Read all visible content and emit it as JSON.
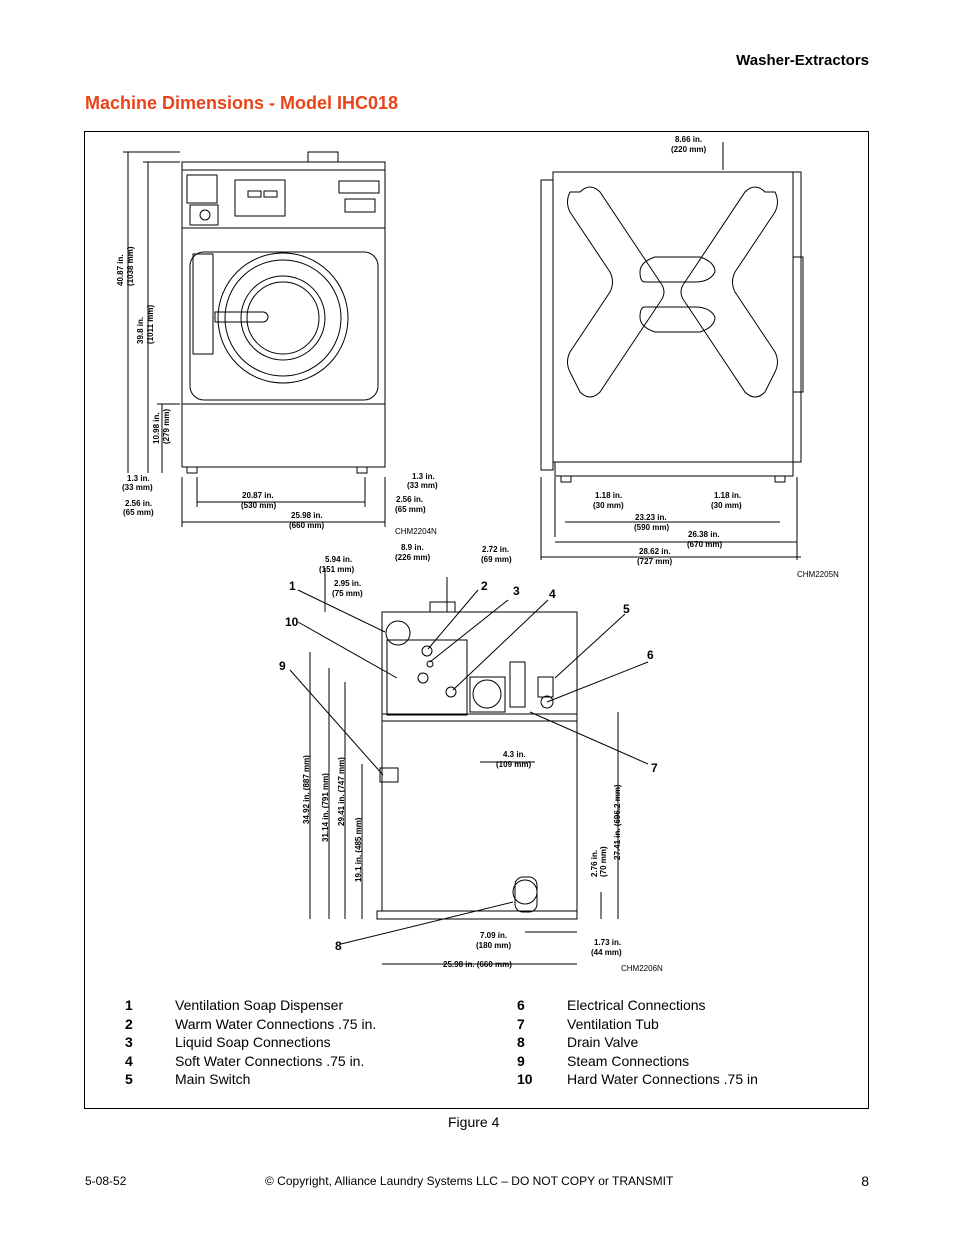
{
  "header": {
    "section": "Washer-Extractors"
  },
  "title": "Machine Dimensions - Model IHC018",
  "front_view": {
    "code": "CHM2204N",
    "dims": {
      "h_total": "40.87 in.",
      "h_total_mm": "(1038 mm)",
      "h_top": "39.8 in.",
      "h_top_mm": "(1011 mm)",
      "h_base": "10.98 in.",
      "h_base_mm": "(279 mm)",
      "foot_l": "1.3 in.",
      "foot_l_mm": "(33 mm)",
      "foot_r": "1.3 in.",
      "foot_r_mm": "(33 mm)",
      "side_l": "2.56 in.",
      "side_l_mm": "(65 mm)",
      "side_r": "2.56 in.",
      "side_r_mm": "(65 mm)",
      "foot_span": "20.87 in.",
      "foot_span_mm": "(530 mm)",
      "width": "25.98 in.",
      "width_mm": "(660 mm)"
    }
  },
  "side_view": {
    "code": "CHM2205N",
    "dims": {
      "top_off": "8.66 in.",
      "top_off_mm": "(220 mm)",
      "foot_l": "1.18 in.",
      "foot_l_mm": "(30 mm)",
      "foot_r": "1.18 in.",
      "foot_r_mm": "(30 mm)",
      "foot_span": "23.23 in.",
      "foot_span_mm": "(590 mm)",
      "body": "26.38 in.",
      "body_mm": "(670 mm)",
      "overall": "28.62 in.",
      "overall_mm": "(727 mm)",
      "front_off": "2.72 in.",
      "front_off_mm": "(69 mm)"
    }
  },
  "rear_view": {
    "code": "CHM2206N",
    "dims": {
      "d1": "5.94 in.",
      "d1_mm": "(151 mm)",
      "d2": "8.9 in.",
      "d2_mm": "(226 mm)",
      "d3": "2.95 in.",
      "d3_mm": "(75 mm)",
      "tub": "4.3 in.",
      "tub_mm": "(109 mm)",
      "v1": "34.92 in. (887 mm)",
      "v2": "31.14 in. (791 mm)",
      "v3": "29.41 in. (747 mm)",
      "v4": "19.1 in. (485 mm)",
      "v5": "27.41 in. (696.2 mm)",
      "v6": "2.76 in.",
      "v6_mm": "(70 mm)",
      "drain": "7.09 in.",
      "drain_mm": "(180 mm)",
      "foot": "1.73 in.",
      "foot_mm": "(44 mm)",
      "width": "25.98 in. (660 mm)"
    },
    "callouts": [
      "1",
      "2",
      "3",
      "4",
      "5",
      "6",
      "7",
      "8",
      "9",
      "10"
    ]
  },
  "legend": [
    {
      "num": "1",
      "label": "Ventilation Soap Dispenser"
    },
    {
      "num": "2",
      "label": "Warm Water Connections .75 in."
    },
    {
      "num": "3",
      "label": "Liquid Soap Connections"
    },
    {
      "num": "4",
      "label": "Soft Water Connections .75 in."
    },
    {
      "num": "5",
      "label": "Main Switch"
    },
    {
      "num": "6",
      "label": "Electrical Connections"
    },
    {
      "num": "7",
      "label": "Ventilation Tub"
    },
    {
      "num": "8",
      "label": "Drain Valve"
    },
    {
      "num": "9",
      "label": "Steam Connections"
    },
    {
      "num": "10",
      "label": "Hard Water Connections .75 in"
    }
  ],
  "figure_caption": "Figure 4",
  "footer": {
    "doc_number": "5-08-52",
    "copyright": "© Copyright, Alliance Laundry Systems LLC – DO NOT COPY or TRANSMIT",
    "page": "8"
  }
}
